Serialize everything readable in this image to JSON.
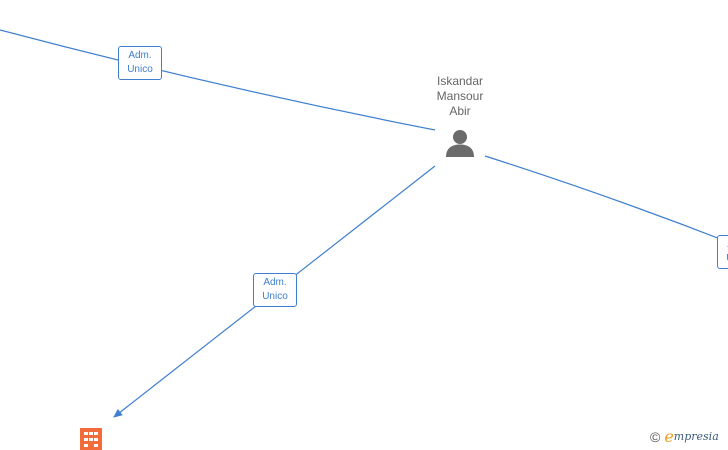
{
  "person": {
    "name_lines": [
      "Iskandar",
      "Mansour",
      "Abir"
    ],
    "icon": "person-icon"
  },
  "edges": [
    {
      "label_lines": [
        "Adm.",
        "Unico"
      ]
    },
    {
      "label_lines": [
        "Adm.",
        "Unico"
      ]
    },
    {
      "label_lines": [
        "Adm.",
        "Unico"
      ]
    }
  ],
  "company": {
    "icon": "building-icon"
  },
  "brand": {
    "copyright_symbol": "©",
    "logo_initial": "e",
    "logo_rest": "mpresia"
  },
  "colors": {
    "edge": "#3f7fcf",
    "person_icon": "#6b6b6b",
    "company_icon": "#f26b3a",
    "brand_accent": "#f39c1a"
  }
}
